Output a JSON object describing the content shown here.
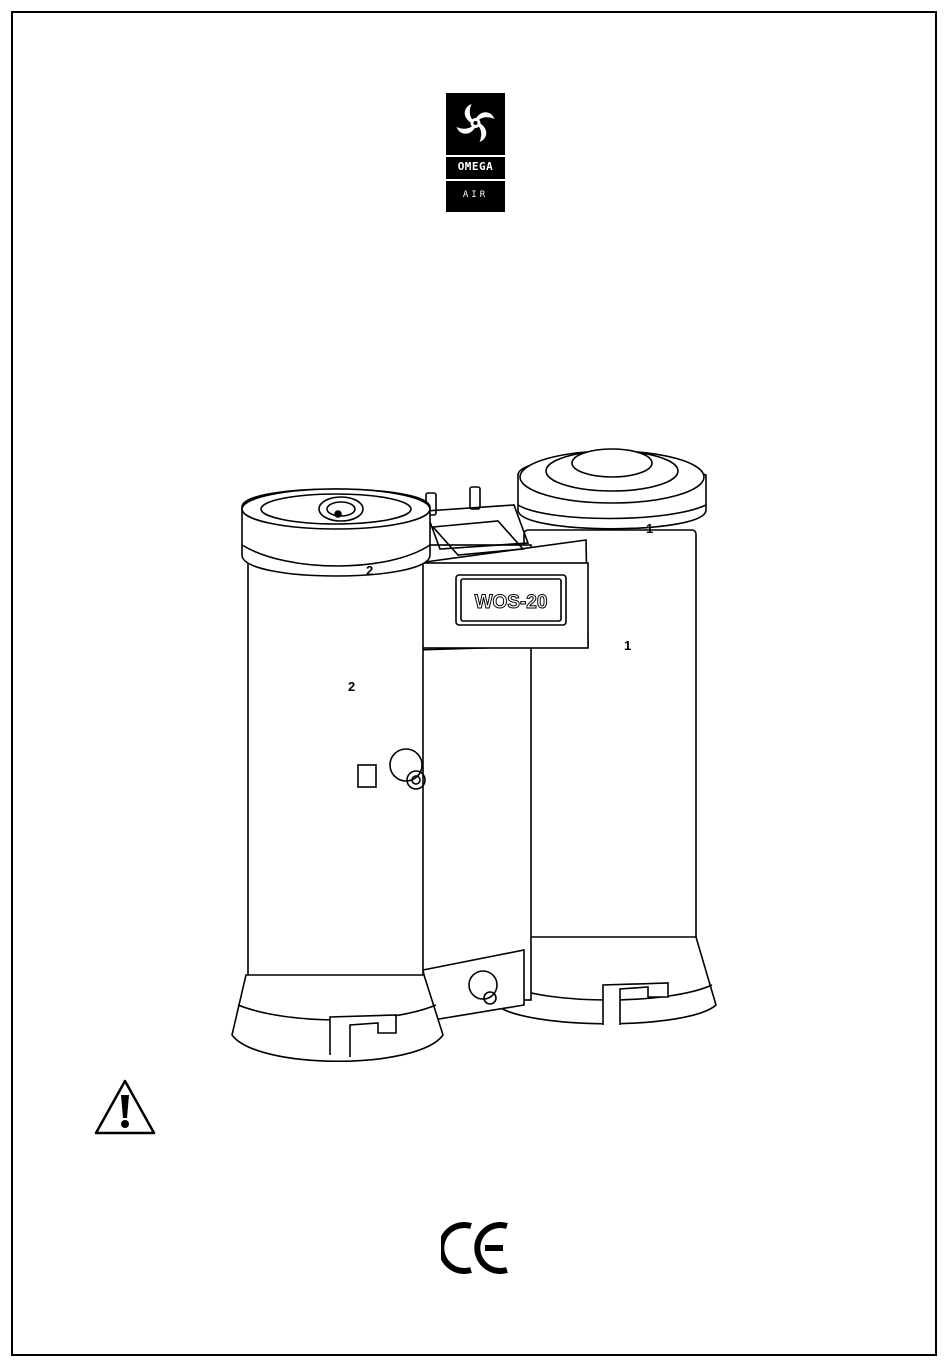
{
  "logo": {
    "brand": "OMEGA",
    "sub": "AIR",
    "icon": "turbine-fan-icon"
  },
  "product": {
    "model_label": "WOS-20",
    "callouts": [
      "1",
      "1",
      "2",
      "2"
    ]
  },
  "warning": {
    "icon": "warning-triangle-icon"
  },
  "certification": {
    "mark": "CE",
    "icon": "ce-mark-icon"
  },
  "colors": {
    "ink": "#000000",
    "paper": "#ffffff"
  }
}
